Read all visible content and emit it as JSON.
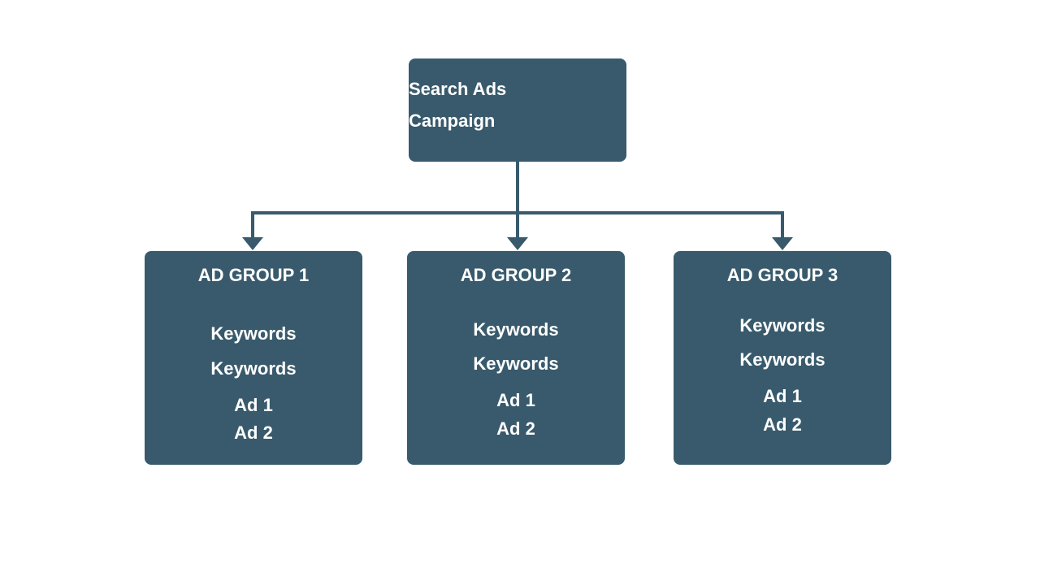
{
  "colors": {
    "box_fill": "#385a6c",
    "connector": "#385a6c",
    "text": "#ffffff",
    "background": "#ffffff"
  },
  "root": {
    "line1": "Search Ads",
    "line2": "Campaign"
  },
  "groups": [
    {
      "title": "AD GROUP 1",
      "keyword1": "Keywords",
      "keyword2": "Keywords",
      "ad1": "Ad 1",
      "ad2": "Ad 2"
    },
    {
      "title": "AD GROUP 2",
      "keyword1": "Keywords",
      "keyword2": "Keywords",
      "ad1": "Ad 1",
      "ad2": "Ad 2"
    },
    {
      "title": "AD GROUP 3",
      "keyword1": "Keywords",
      "keyword2": "Keywords",
      "ad1": "Ad 1",
      "ad2": "Ad 2"
    }
  ]
}
